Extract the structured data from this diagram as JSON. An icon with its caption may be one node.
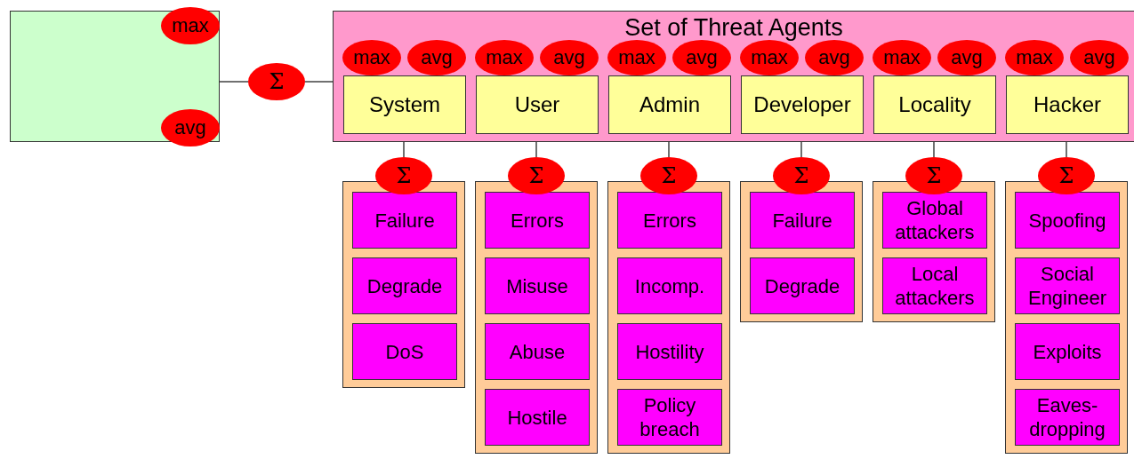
{
  "diagram": {
    "nodes": [
      {
        "text": [],
        "shape": "box"
      },
      {
        "text": [
          "max"
        ],
        "in": 0
      },
      {
        "text": [
          "avg"
        ],
        "in": 0
      },
      {
        "text": [
          "Σ"
        ]
      },
      {
        "text": [
          "Set of Threat Agents"
        ]
      },
      {
        "text": [
          "System"
        ],
        "in": 4
      },
      {
        "text": [
          "max"
        ],
        "in": 4
      },
      {
        "text": [
          "avg"
        ],
        "in": 4
      },
      {
        "text": [
          "User"
        ],
        "in": 4
      },
      {
        "text": [
          "max"
        ],
        "in": 4
      },
      {
        "text": [
          "avg"
        ],
        "in": 4
      },
      {
        "text": [
          "Admin"
        ],
        "in": 4
      },
      {
        "text": [
          "max"
        ],
        "in": 4
      },
      {
        "text": [
          "avg"
        ],
        "in": 4
      },
      {
        "text": [
          "Developer"
        ],
        "in": 4
      },
      {
        "text": [
          "max"
        ],
        "in": 4
      },
      {
        "text": [
          "avg"
        ],
        "in": 4
      },
      {
        "text": [
          "Locality"
        ],
        "in": 4
      },
      {
        "text": [
          "max"
        ],
        "in": 4
      },
      {
        "text": [
          "avg"
        ],
        "in": 4
      },
      {
        "text": [
          "Hacker"
        ],
        "in": 4
      },
      {
        "text": [
          "max"
        ],
        "in": 4
      },
      {
        "text": [
          "avg"
        ],
        "in": 4
      },
      {
        "text": [
          "Σ"
        ]
      },
      {
        "text": [],
        "shape": "box"
      },
      {
        "text": [
          "Failure"
        ],
        "in": 24
      },
      {
        "text": [
          "Degrade"
        ],
        "in": 24
      },
      {
        "text": [
          "DoS"
        ],
        "in": 24
      },
      {
        "text": [
          "Σ"
        ]
      },
      {
        "text": [],
        "shape": "box"
      },
      {
        "text": [
          "Errors"
        ],
        "in": 29
      },
      {
        "text": [
          "Misuse"
        ],
        "in": 29
      },
      {
        "text": [
          "Abuse"
        ],
        "in": 29
      },
      {
        "text": [
          "Hostile"
        ],
        "in": 29
      },
      {
        "text": [
          "Σ"
        ]
      },
      {
        "text": [],
        "shape": "box"
      },
      {
        "text": [
          "Errors"
        ],
        "in": 35
      },
      {
        "text": [
          "Incomp."
        ],
        "in": 35
      },
      {
        "text": [
          "Hostility"
        ],
        "in": 35
      },
      {
        "text": [
          "Policy breach"
        ],
        "in": 35
      },
      {
        "text": [
          "Σ"
        ]
      },
      {
        "text": [],
        "shape": "box"
      },
      {
        "text": [
          "Failure"
        ],
        "in": 41
      },
      {
        "text": [
          "Degrade"
        ],
        "in": 41
      },
      {
        "text": [
          "Σ"
        ]
      },
      {
        "text": [],
        "shape": "box"
      },
      {
        "text": [
          "Global attackers"
        ],
        "in": 45
      },
      {
        "text": [
          "Local attackers"
        ],
        "in": 45
      },
      {
        "text": [
          "Σ"
        ]
      },
      {
        "text": [],
        "shape": "box"
      },
      {
        "text": [
          "Spoofing"
        ],
        "in": 49
      },
      {
        "text": [
          "Social Engineer"
        ],
        "in": 49
      },
      {
        "text": [
          "Exploits"
        ],
        "in": 49
      },
      {
        "text": [
          "Eaves-dropping"
        ],
        "in": 49
      }
    ],
    "edges": [
      {
        "from": 0,
        "to": 3,
        "arrow": "none"
      },
      {
        "from": 3,
        "to": 4,
        "arrow": "none"
      },
      {
        "from": 5,
        "to": 23,
        "arrow": "none"
      },
      {
        "from": 8,
        "to": 28,
        "arrow": "none"
      },
      {
        "from": 11,
        "to": 34,
        "arrow": "none"
      },
      {
        "from": 14,
        "to": 40,
        "arrow": "none"
      },
      {
        "from": 17,
        "to": 44,
        "arrow": "none"
      },
      {
        "from": 20,
        "to": 48,
        "arrow": "none"
      }
    ]
  }
}
